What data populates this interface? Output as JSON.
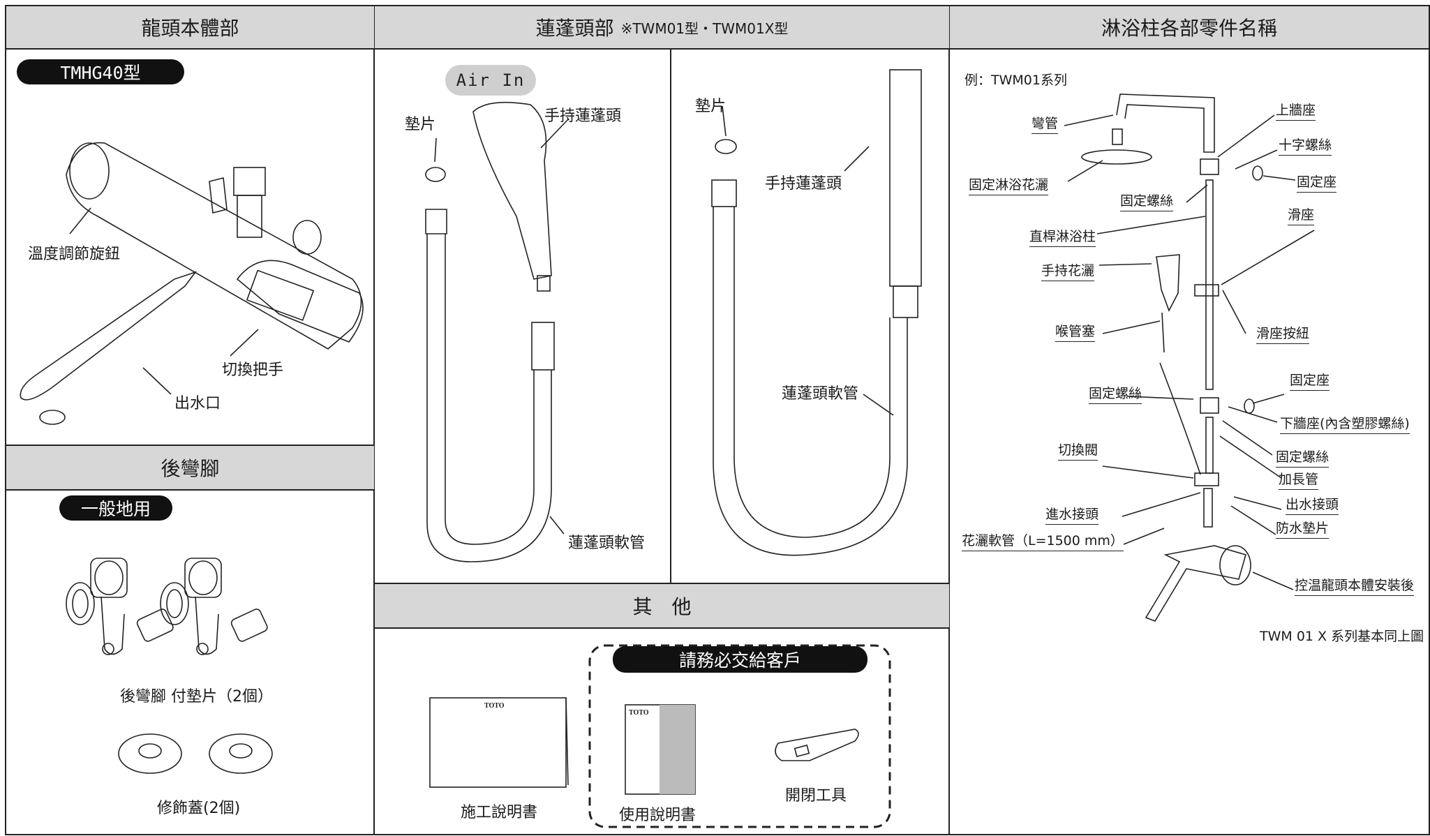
{
  "sections": {
    "body": "龍頭本體部",
    "shower": "蓮蓬頭部",
    "shower_note": "※TWM01型・TWM01X型",
    "column": "淋浴柱各部零件名稱",
    "elbow": "後彎腳",
    "other": "其　他"
  },
  "body": {
    "model_pill": "TMHG40型",
    "temp_knob": "溫度調節旋鈕",
    "switch_handle": "切換把手",
    "spout": "出水口"
  },
  "elbow": {
    "usage_pill": "一般地用",
    "elbow_caption": "後彎腳 付墊片（2個）",
    "cover_caption": "修飾蓋(2個)"
  },
  "shower": {
    "air_in": "Air In",
    "left": {
      "gasket": "墊片",
      "handshower": "手持蓮蓬頭",
      "hose": "蓮蓬頭軟管"
    },
    "right": {
      "gasket": "墊片",
      "handshower": "手持蓮蓬頭",
      "hose": "蓮蓬頭軟管"
    }
  },
  "other": {
    "must_deliver_pill": "請務必交給客戶",
    "install_manual": "施工說明書",
    "user_manual": "使用說明書",
    "tool": "開閉工具",
    "toto": "TOTO"
  },
  "column": {
    "example": "例：TWM01系列",
    "bend_pipe": "彎管",
    "fixed_shower_head": "固定淋浴花灑",
    "upper_wall_seat": "上牆座",
    "cross_screw": "十字螺絲",
    "fixed_seat_1": "固定座",
    "fixed_screw_1": "固定螺絲",
    "slide_seat": "滑座",
    "straight_column": "直桿淋浴柱",
    "hand_shower": "手持花灑",
    "throat_plug": "喉管塞",
    "slide_button": "滑座按紐",
    "fixed_seat_2": "固定座",
    "fixed_screw_2": "固定螺絲",
    "lower_wall_seat": "下牆座(內含塑膠螺絲)",
    "switch_valve": "切換閥",
    "fixed_screw_3": "固定螺絲",
    "extension_pipe": "加長管",
    "outlet_joint": "出水接頭",
    "inlet_joint": "進水接頭",
    "waterproof_gasket": "防水墊片",
    "shower_hose": "花灑軟管（L=1500 mm）",
    "after_install": "控温龍頭本體安裝後",
    "note_x": "TWM 01 X 系列基本同上圖"
  }
}
